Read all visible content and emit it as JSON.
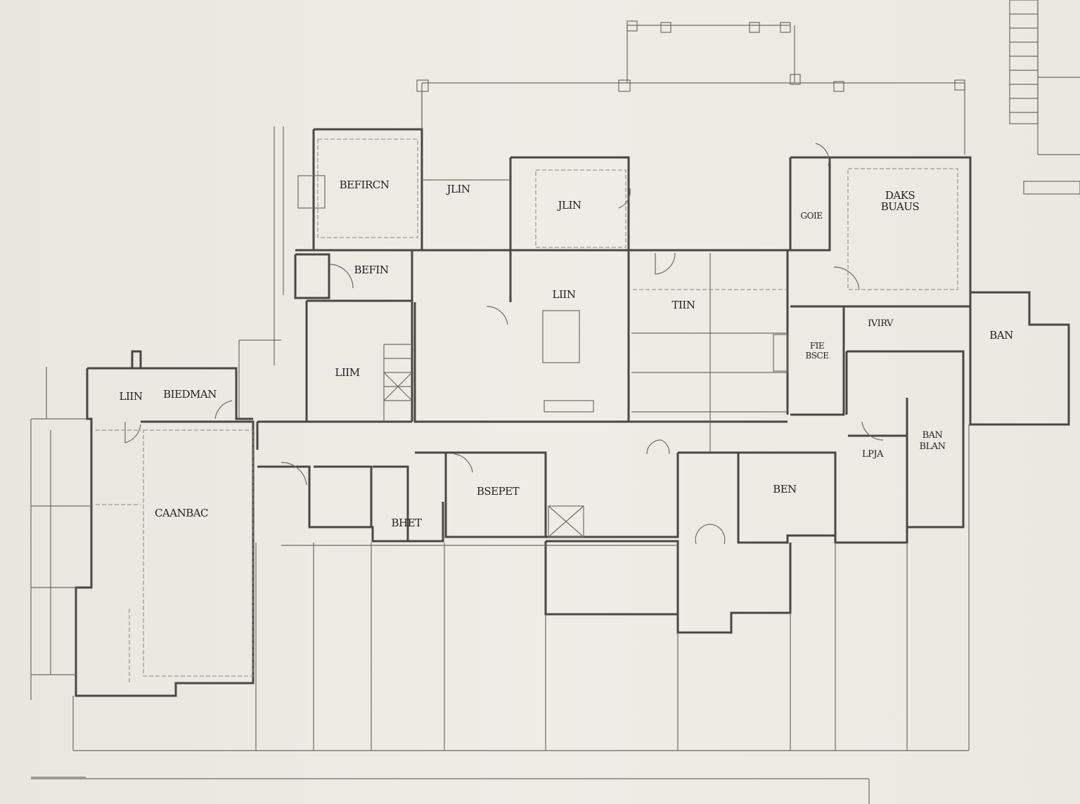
{
  "plan": {
    "rooms": [
      {
        "id": "r1",
        "label": "BEFIRCN"
      },
      {
        "id": "r2",
        "label": "JLIN"
      },
      {
        "id": "r3",
        "label": "JLIN"
      },
      {
        "id": "r4",
        "label": "BEFIN"
      },
      {
        "id": "r5",
        "label": "LIIN"
      },
      {
        "id": "r6",
        "label": "TIIN"
      },
      {
        "id": "r7",
        "label": "DAKS"
      },
      {
        "id": "r8",
        "label": "BUAUS"
      },
      {
        "id": "r9",
        "label": "GOIE"
      },
      {
        "id": "r10",
        "label": "LIIN"
      },
      {
        "id": "r11",
        "label": "BIEDMAN"
      },
      {
        "id": "r12",
        "label": "LIIM"
      },
      {
        "id": "r13",
        "label": "CAANBAC"
      },
      {
        "id": "r14",
        "label": "BHET"
      },
      {
        "id": "r15",
        "label": "BSEPET"
      },
      {
        "id": "r16",
        "label": "BEN"
      },
      {
        "id": "r17",
        "label": "LPJA"
      },
      {
        "id": "r18",
        "label": "BAN"
      },
      {
        "id": "r19",
        "label": "BLAN"
      },
      {
        "id": "r20",
        "label": "BAN"
      },
      {
        "id": "r21",
        "label": "IVIRV"
      },
      {
        "id": "r22",
        "label": "FIE"
      },
      {
        "id": "r23",
        "label": "BSCE"
      }
    ]
  }
}
